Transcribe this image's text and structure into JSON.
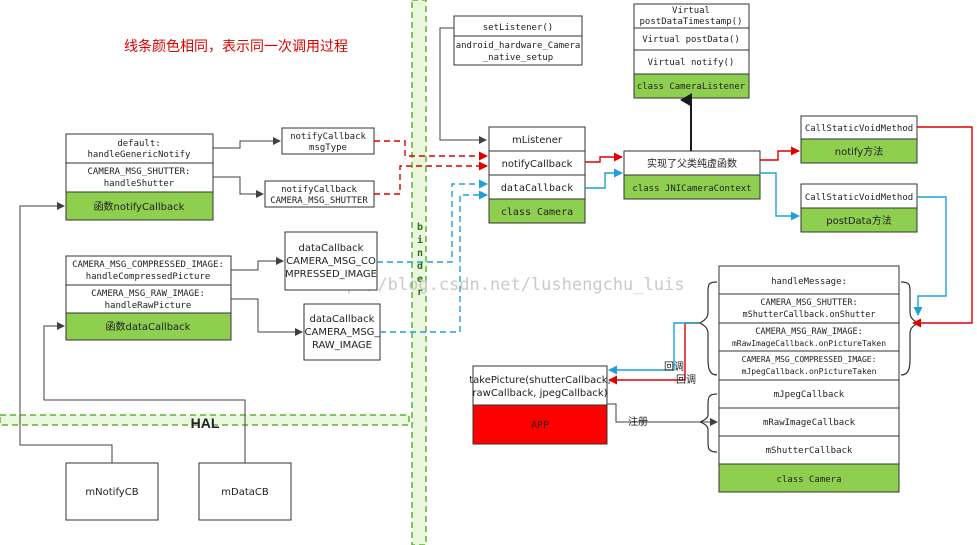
{
  "title_note": "线条颜色相同，表示同一次调用过程",
  "watermark": "http://blog.csdn.net/lushengchu_luis",
  "binder_label": "binder",
  "hal_label": "HAL",
  "colors": {
    "green": "#8fcf4f",
    "red": "#ff0000",
    "arrow_red": "#e00000",
    "arrow_blue": "#1fa0d8",
    "gray": "#404040"
  },
  "notify_group": {
    "row1": "default:",
    "row1b": "handleGenericNotify",
    "row2": "CAMERA_MSG_SHUTTER:",
    "row2b": "handleShutter",
    "footer": "函数notifyCallback"
  },
  "data_group": {
    "row1": "CAMERA_MSG_COMPRESSED_IMAGE:",
    "row1b": "handleCompressedPicture",
    "row2": "CAMERA_MSG_RAW_IMAGE:",
    "row2b": "handleRawPicture",
    "footer": "函数dataCallback"
  },
  "notify_msgtype": {
    "line1": "notifyCallback",
    "line2": "msgType"
  },
  "notify_shutter": {
    "line1": "notifyCallback",
    "line2": "CAMERA_MSG_SHUTTER"
  },
  "data_compressed": {
    "line1": "dataCallback",
    "line2": "CAMERA_MSG_CO",
    "line3": "MPRESSED_IMAGE"
  },
  "data_raw": {
    "line1": "dataCallback",
    "line2": "CAMERA_MSG_",
    "line3": "RAW_IMAGE"
  },
  "hal_cb": {
    "notify": "mNotifyCB",
    "data": "mDataCB"
  },
  "setlistener": {
    "row1": "setListener()",
    "row2": "android_hardware_Camera",
    "row2b": "_native_setup"
  },
  "camera_native": {
    "row1": "mListener",
    "row2": "notifyCallback",
    "row3": "dataCallback",
    "footer": "class Camera"
  },
  "camera_listener": {
    "row1": "Virtual",
    "row1b": "postDataTimestamp()",
    "row2": "Virtual postData()",
    "row3": "Virtual notify()",
    "footer": "class CameraListener"
  },
  "jni_context": {
    "row1": "实现了父类纯虚函数",
    "footer": "class JNICameraContext"
  },
  "notify_method": {
    "row1": "CallStaticVoidMethod",
    "footer": "notify方法"
  },
  "postdata_method": {
    "row1": "CallStaticVoidMethod",
    "footer": "postData方法"
  },
  "java_camera": {
    "row1": "handleMessage:",
    "row2": "CAMERA_MSG_SHUTTER:",
    "row2b": "mShutterCallback.onShutter",
    "row3": "CAMERA_MSG_RAW_IMAGE:",
    "row3b": "mRawImageCallback.onPictureTaken",
    "row4": "CAMERA_MSG_COMPRESSED_IMAGE:",
    "row4b": "mJpegCallback.onPictureTaken",
    "row5": "mJpegCallback",
    "row6": "mRawImageCallback",
    "row7": "mShutterCallback",
    "footer": "class Camera"
  },
  "app_box": {
    "line1": "takePicture(shutterCallback,",
    "line2": "rawCallback, jpegCallback)",
    "footer": "APP"
  },
  "labels": {
    "callback1": "回调",
    "callback2": "回调",
    "register": "注册"
  }
}
